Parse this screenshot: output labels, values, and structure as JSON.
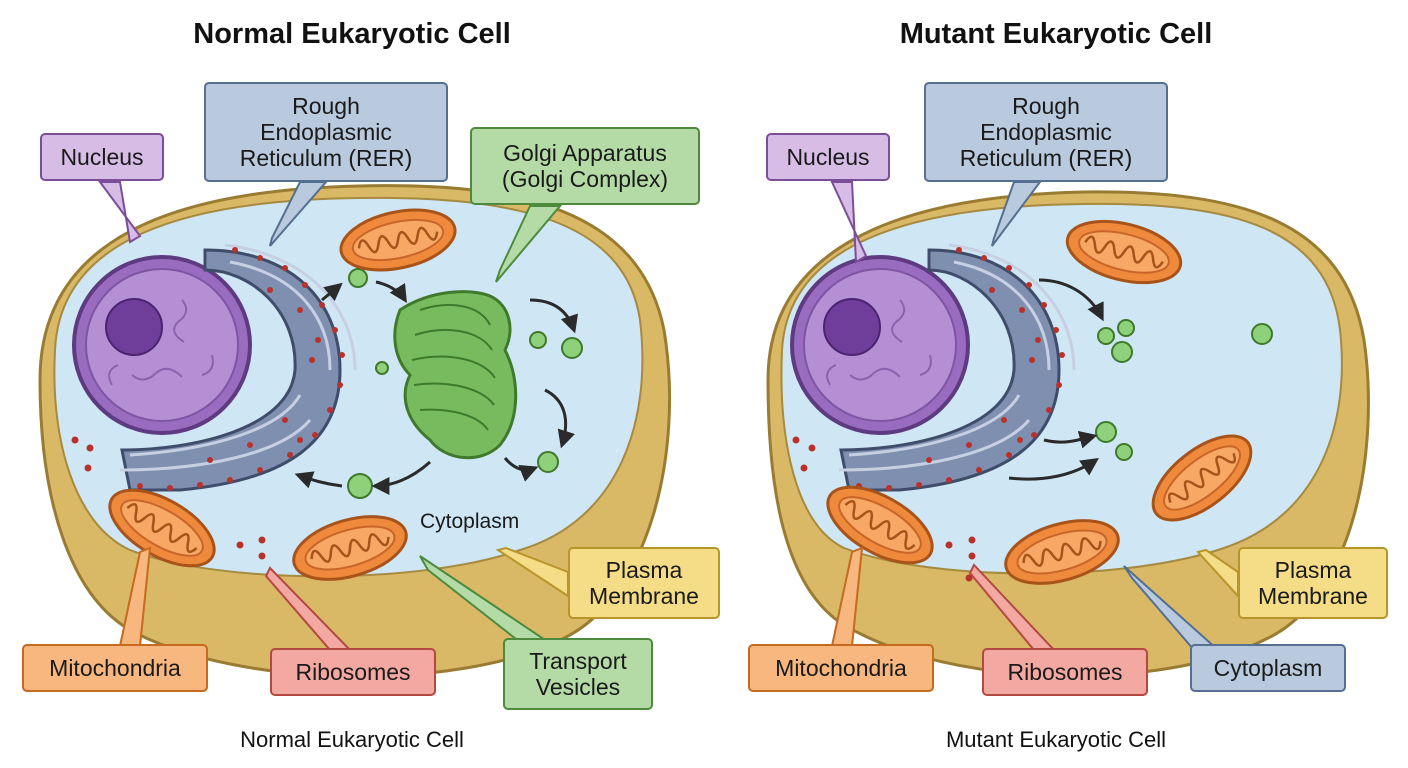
{
  "left_panel": {
    "title": "Normal Eukaryotic Cell",
    "caption": "Normal Eukaryotic Cell",
    "labels": {
      "nucleus": "Nucleus",
      "rer": "Rough\nEndoplasmic\nReticulum (RER)",
      "golgi": "Golgi Apparatus\n(Golgi Complex)",
      "cytoplasm": "Cytoplasm",
      "plasma_membrane": "Plasma\nMembrane",
      "mitochondria": "Mitochondria",
      "ribosomes": "Ribosomes",
      "transport_vesicles": "Transport\nVesicles"
    }
  },
  "right_panel": {
    "title": "Mutant Eukaryotic Cell",
    "caption": "Mutant Eukaryotic Cell",
    "labels": {
      "nucleus": "Nucleus",
      "rer": "Rough\nEndoplasmic\nReticulum (RER)",
      "plasma_membrane": "Plasma\nMembrane",
      "mitochondria": "Mitochondria",
      "ribosomes": "Ribosomes",
      "cytoplasm": "Cytoplasm"
    }
  },
  "colors": {
    "cytoplasm": "#cfe6f5",
    "membrane": "#d9b866",
    "nucleus": "#9a6cc0",
    "rer": "#7f8fb0",
    "golgi": "#78bb5f",
    "mitochondria": "#ef8a3c",
    "ribosome": "#b8322c",
    "vesicle": "#8fd07a"
  }
}
